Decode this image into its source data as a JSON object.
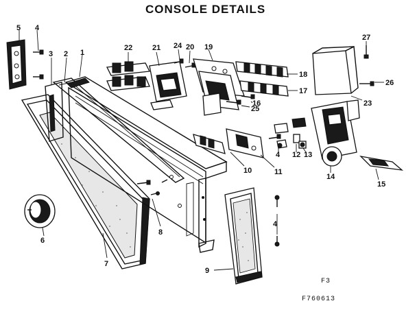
{
  "diagram": {
    "title": "CONSOLE DETAILS",
    "figure_label": "F3",
    "drawing_number": "F760613",
    "part_numbers": [
      "1",
      "2",
      "3",
      "4",
      "5",
      "6",
      "7",
      "8",
      "9",
      "10",
      "11",
      "12",
      "13",
      "14",
      "15",
      "16",
      "17",
      "18",
      "19",
      "20",
      "21",
      "22",
      "23",
      "24",
      "25",
      "26",
      "27"
    ],
    "repeated_callouts": {
      "4": [
        "4",
        "4",
        "4"
      ]
    }
  }
}
